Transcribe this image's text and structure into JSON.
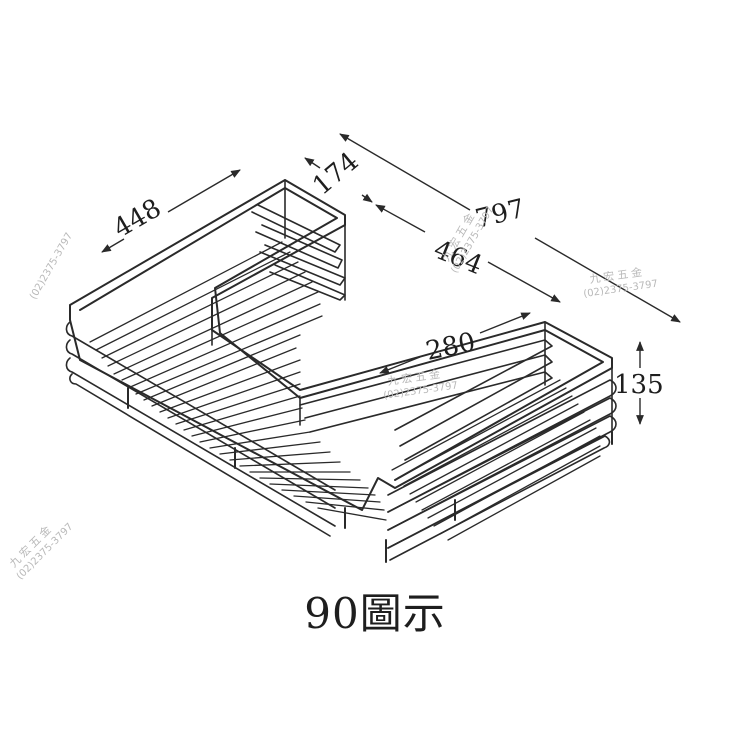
{
  "diagram": {
    "dimensions": {
      "d448": "448",
      "d174": "174",
      "d797": "797",
      "d464": "464",
      "d280": "280",
      "d135": "135"
    },
    "caption": "90圖示",
    "watermark": {
      "name": "九宏五金",
      "phone": "(02)2375-3797"
    },
    "colors": {
      "line": "#2a2a2a",
      "background": "#ffffff",
      "watermark": "#b9b9b9"
    }
  }
}
